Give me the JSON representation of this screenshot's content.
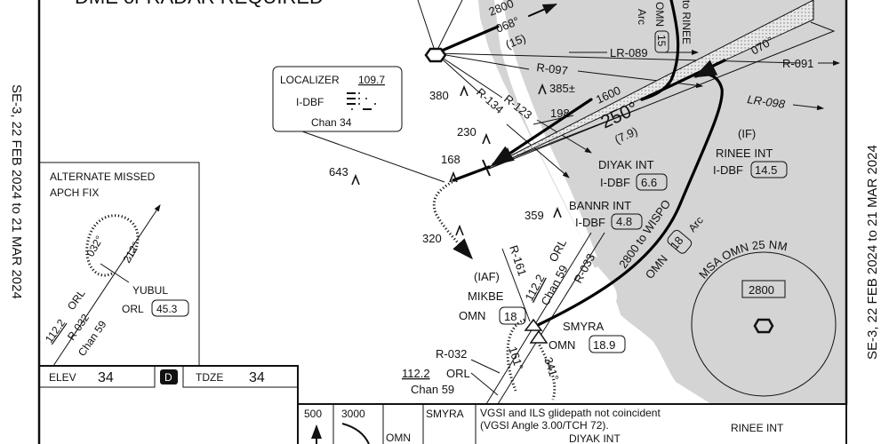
{
  "header": {
    "title_partial": "DME or RADAR REQUIRED"
  },
  "margin": {
    "left_date": "SE-3,  22 FEB 2024  to  21 MAR 2024",
    "right_date": "SE-3,  22 FEB 2024  to  21 MAR 2024"
  },
  "colors": {
    "land": "#d4d4d4",
    "water": "#ffffff",
    "ink": "#111111"
  },
  "localizer": {
    "label": "LOCALIZER",
    "freq": "109.7",
    "ident": "I-DBF",
    "chan": "Chan 34"
  },
  "alternate_fix": {
    "title1": "ALTERNATE MISSED",
    "title2": "APCH FIX",
    "hold_in": "032°",
    "hold_out": "212°",
    "fix_name": "YUBUL",
    "fix_nav": "ORL",
    "fix_dist": "45.3",
    "vor_freq": "112.2",
    "vor_id": "ORL",
    "radial": "R-032",
    "chan": "Chan 59"
  },
  "airport": {
    "elev_label": "ELEV",
    "elev": "34",
    "d_badge": "D",
    "tdze_label": "TDZE",
    "tdze": "34"
  },
  "plan": {
    "arrival_alt": "2800",
    "arrival_crs": "068°",
    "arrival_dist": "(15)",
    "lr089": "LR-089",
    "r097": "R-097",
    "r091": "R-091",
    "lr098": "LR-098",
    "r134": "R-134",
    "r123": "R-123",
    "omn15_arc": "OMN",
    "omn15_dist": "15",
    "omn15_arc_word": "Arc",
    "to_rinee": "to RINEE",
    "final_alt": "1600",
    "final_crs": "250°",
    "final_dist": "(7.9)",
    "missed_crs": "070°",
    "obstacles": {
      "o385": "385±",
      "o380": "380",
      "o230": "230",
      "o198": "198",
      "o168": "168",
      "o643": "643",
      "o359": "359",
      "o320": "320"
    },
    "rinee": {
      "if": "(IF)",
      "name": "RINEE INT",
      "nav": "I-DBF",
      "dist": "14.5"
    },
    "diyak": {
      "name": "DIYAK INT",
      "nav": "I-DBF",
      "dist": "6.6"
    },
    "bannr": {
      "name": "BANNR INT",
      "nav": "I-DBF",
      "dist": "4.8"
    },
    "mikbe": {
      "iaf": "(IAF)",
      "name": "MIKBE",
      "nav": "OMN",
      "dist": "18"
    },
    "r161": "R-161",
    "orl_freq": "112.2",
    "orl_id": "ORL",
    "orl_chan": "Chan 59",
    "r033": "R-033",
    "wispo_alt": "2800 to WISPO",
    "wispo_nav": "OMN",
    "wispo_dist": "18",
    "wispo_arc": "Arc",
    "smyra": {
      "name": "SMYRA",
      "nav": "OMN",
      "dist": "18.9"
    },
    "r032": "R-032",
    "orl2_freq": "112.2",
    "orl2_id": "ORL",
    "orl2_chan": "Chan 59",
    "hold_in": "161°",
    "hold_out": "341°"
  },
  "msa": {
    "label": "MSA OMN 25 NM",
    "alt": "2800"
  },
  "profile": {
    "c1": "500",
    "c2": "3000",
    "c3": "OMN",
    "c4": "SMYRA",
    "note1": "VGSI and ILS glidepath not coincident",
    "note2": "(VGSI Angle 3.00/TCH 72).",
    "rinee": "RINEE INT",
    "diyak": "DIYAK INT"
  }
}
